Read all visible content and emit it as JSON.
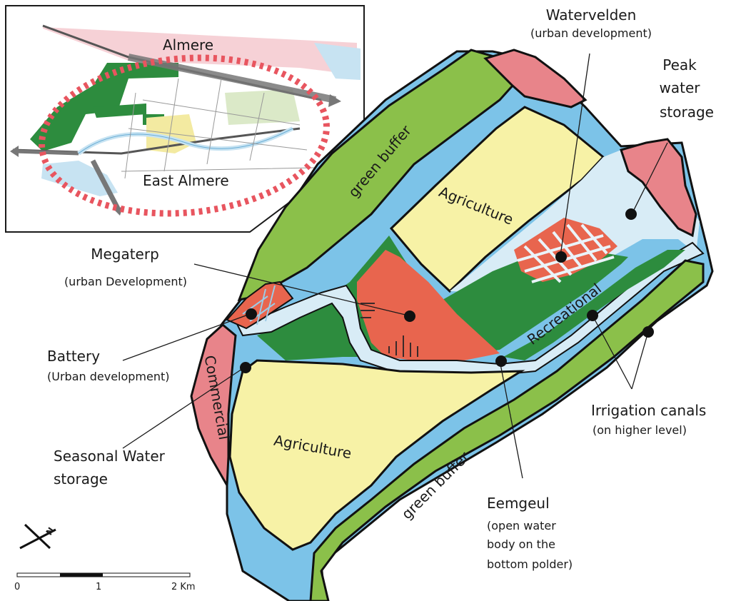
{
  "inset": {
    "label_almere": "Almere",
    "label_east_almere": "East Almere"
  },
  "areas": {
    "green_buffer_top": "green buffer",
    "green_buffer_bottom": "green buffer",
    "agriculture_top": "Agriculture",
    "agriculture_bottom": "Agriculture",
    "recreational": "Recreational",
    "commercial": "Commercial"
  },
  "callouts": {
    "watervelden_title": "Watervelden",
    "watervelden_sub": "(urban development)",
    "peak_line1": "Peak",
    "peak_line2": "water",
    "peak_line3": "storage",
    "megaterp_title": "Megaterp",
    "megaterp_sub": "(urban Development)",
    "battery_title": "Battery",
    "battery_sub": "(Urban development)",
    "seasonal_line1": "Seasonal Water",
    "seasonal_line2": "storage",
    "irrigation_title": "Irrigation canals",
    "irrigation_sub": "(on higher level)",
    "eemgeul_title": "Eemgeul",
    "eemgeul_line2": "(open water",
    "eemgeul_line3": "body on the",
    "eemgeul_line4": "bottom polder)"
  },
  "compass": {
    "north": "N"
  },
  "scale_bar": {
    "label_0": "0",
    "label_1": "1",
    "label_2": "2 Km"
  },
  "colors": {
    "light_green": "#8bc04a",
    "dark_green": "#2d8c3e",
    "yellow": "#f7f2a6",
    "water": "#7cc3e8",
    "light_water": "#d8ecf6",
    "pink": "#e8848a",
    "urban_red": "#e8654e"
  }
}
